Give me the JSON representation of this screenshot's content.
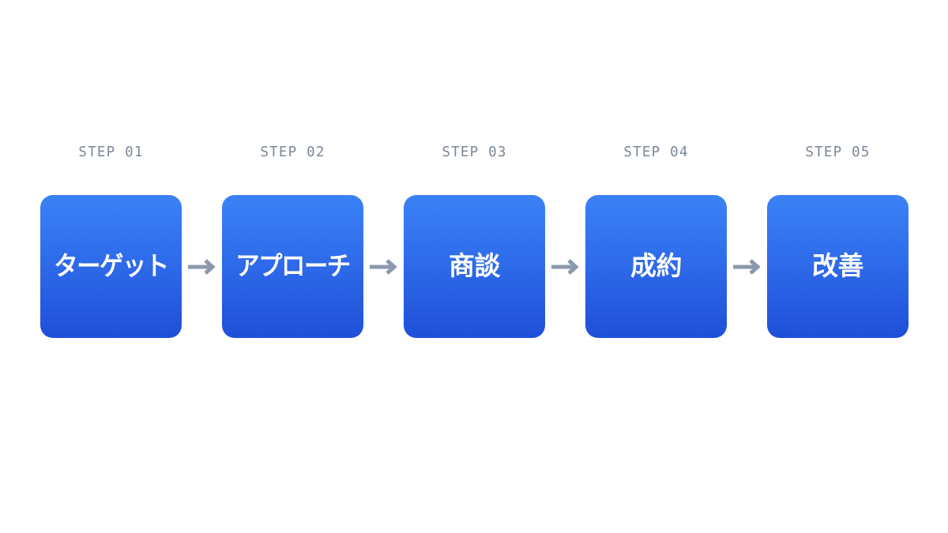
{
  "diagram": {
    "type": "horizontal-step-flow",
    "background_color": "#ffffff",
    "card_gradient_from": "#3b82f6",
    "card_gradient_to": "#1f4fd8",
    "card_text_color": "#ffffff",
    "step_label_color": "#7b8799",
    "arrow_color": "#8b98ae",
    "steps": [
      {
        "step_label": "STEP 01",
        "title": "ターゲット"
      },
      {
        "step_label": "STEP 02",
        "title": "アプローチ"
      },
      {
        "step_label": "STEP 03",
        "title": "商談"
      },
      {
        "step_label": "STEP 04",
        "title": "成約"
      },
      {
        "step_label": "STEP 05",
        "title": "改善"
      }
    ],
    "connectors": [
      {
        "icon": "arrow-right-icon"
      },
      {
        "icon": "arrow-right-icon"
      },
      {
        "icon": "arrow-right-icon"
      },
      {
        "icon": "arrow-right-icon"
      }
    ]
  }
}
